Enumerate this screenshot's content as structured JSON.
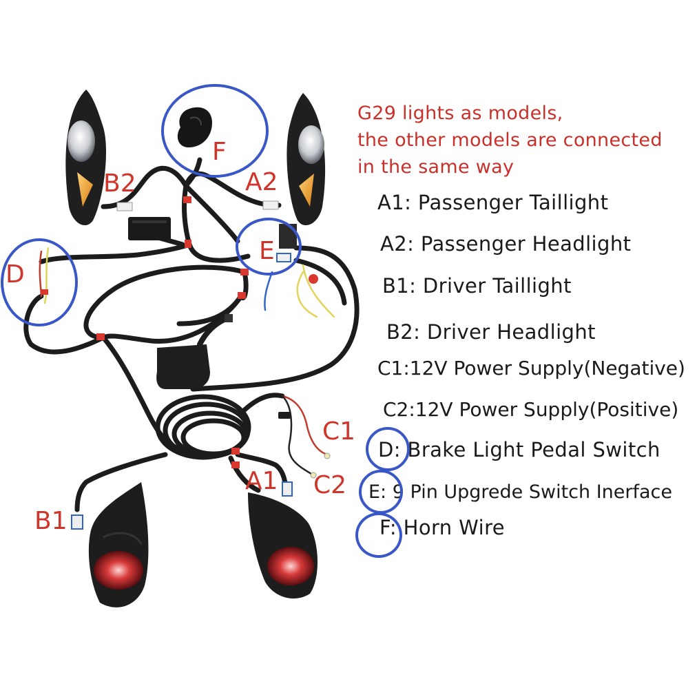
{
  "note": {
    "line1": "G29 lights  as models,",
    "line2": "the  other models are connected",
    "line3": "in the same way"
  },
  "legend": [
    {
      "key": "A1",
      "text": "A1: Passenger Taillight"
    },
    {
      "key": "A2",
      "text": "A2: Passenger Headlight"
    },
    {
      "key": "B1",
      "text": "B1: Driver Taillight"
    },
    {
      "key": "B2",
      "text": "B2: Driver Headlight"
    },
    {
      "key": "C1",
      "text": "C1:12V Power Supply(Negative)"
    },
    {
      "key": "C2",
      "text": "C2:12V Power Supply(Positive)"
    },
    {
      "key": "D",
      "text": "D: Brake Light Pedal Switch"
    },
    {
      "key": "E",
      "text": "E: 9 Pin Upgrede Switch Inerface"
    },
    {
      "key": "F",
      "text": "F: Horn Wire"
    }
  ],
  "tags": {
    "A1": "A1",
    "A2": "A2",
    "B1": "B1",
    "B2": "B2",
    "C1": "C1",
    "C2": "C2",
    "D": "D",
    "E": "E",
    "F": "F"
  },
  "colors": {
    "label_red": "#d0352c",
    "note_red": "#c8312b",
    "highlight_blue": "#3957c6",
    "cable_black": "#1c1c1c",
    "lens_amber": "#e89a1f",
    "lens_red": "#c8202a"
  }
}
